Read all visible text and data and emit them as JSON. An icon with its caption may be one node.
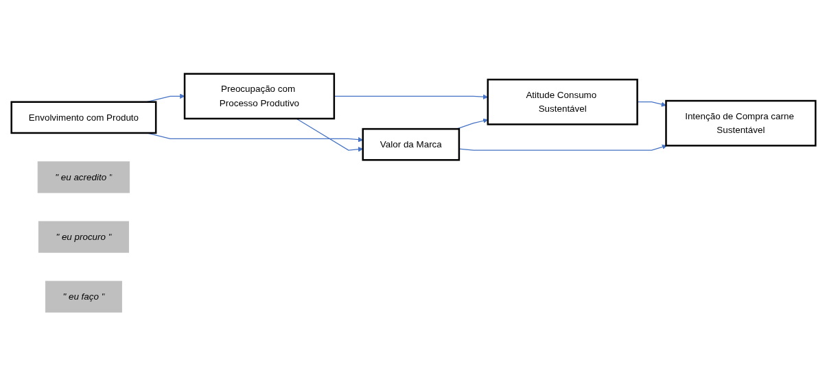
{
  "diagram": {
    "nodes": [
      {
        "text": [
          "Envolvimento com Produto"
        ]
      },
      {
        "text": [
          "Preocupação com Processo Produtivo"
        ]
      },
      {
        "text": [
          "Valor da Marca"
        ]
      },
      {
        "text": [
          "Atitude Consumo Sustentável"
        ]
      },
      {
        "text": [
          "Intenção de Compra carne Sustentável"
        ]
      },
      {
        "text": [
          "\" eu acredito \""
        ]
      },
      {
        "text": [
          "\" eu procuro \""
        ]
      },
      {
        "text": [
          "\" eu faço \""
        ]
      }
    ],
    "edges": [
      {
        "from": 0,
        "to": 1,
        "arrow": "to"
      },
      {
        "from": 0,
        "to": 2,
        "arrow": "to"
      },
      {
        "from": 1,
        "to": 2,
        "arrow": "to"
      },
      {
        "from": 1,
        "to": 3,
        "arrow": "to"
      },
      {
        "from": 2,
        "to": 3,
        "arrow": "to"
      },
      {
        "from": 3,
        "to": 4,
        "arrow": "to"
      },
      {
        "from": 2,
        "to": 4,
        "arrow": "to"
      }
    ]
  }
}
